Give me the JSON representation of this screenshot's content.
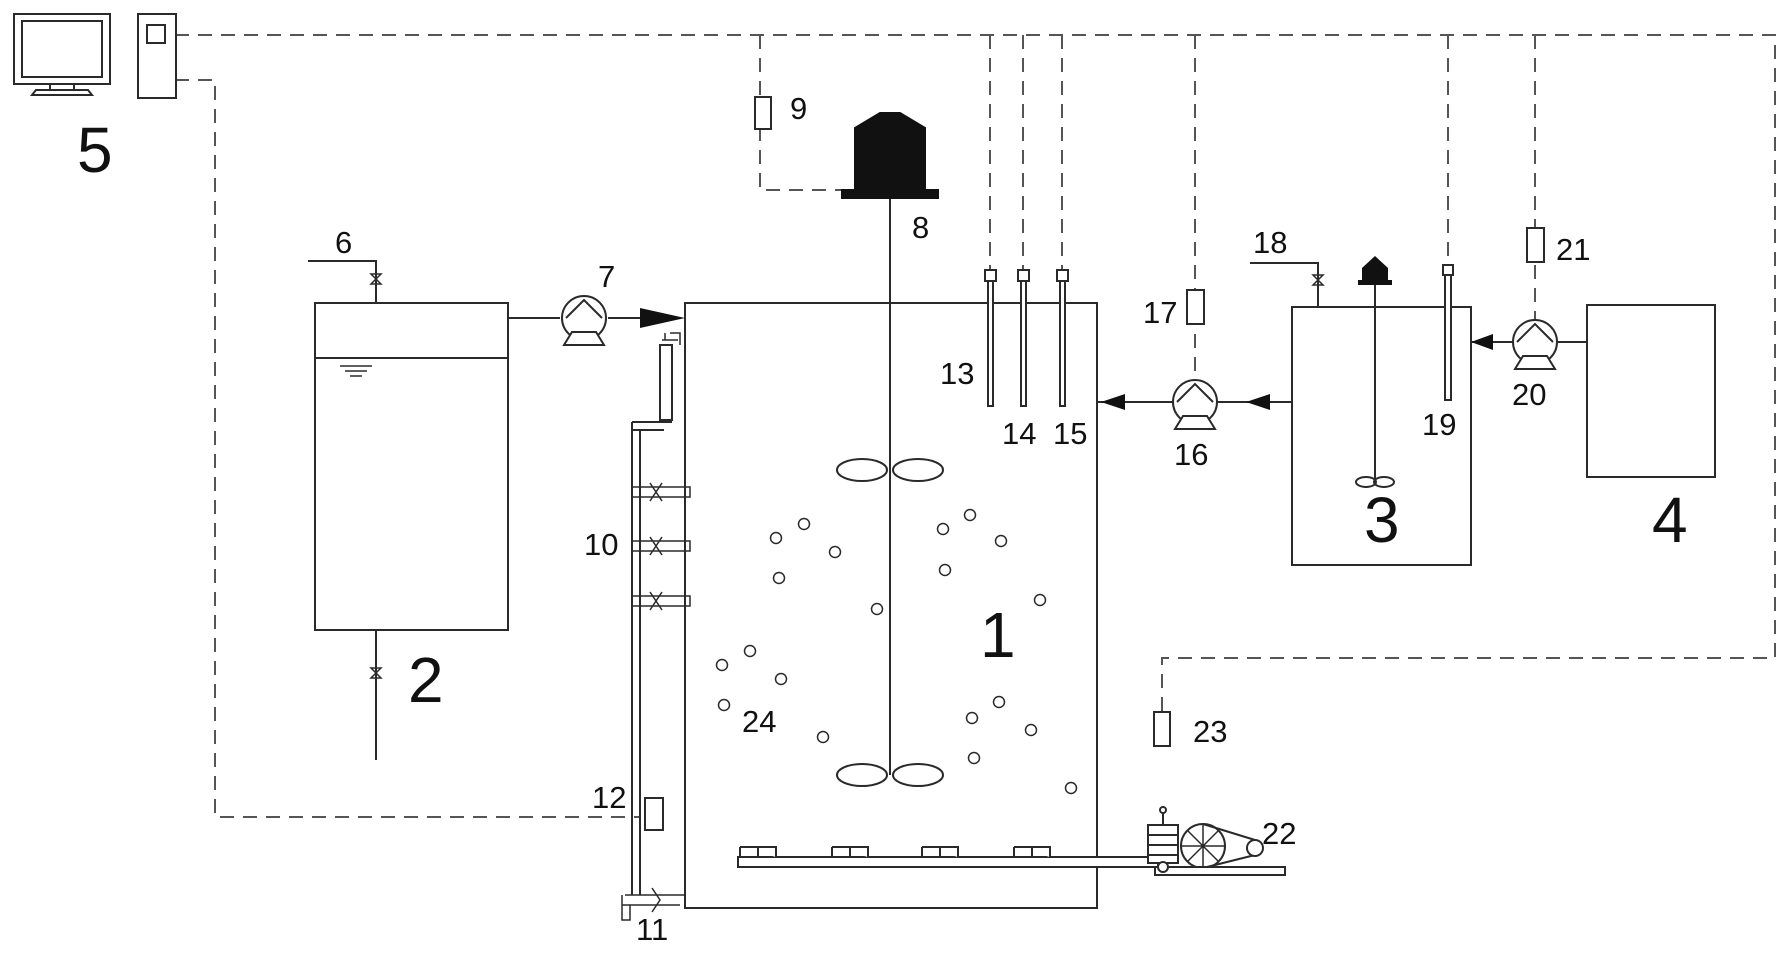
{
  "labels": {
    "reactor": "1",
    "feed_tank": "2",
    "dosing_tank": "3",
    "supply_tank": "4",
    "computer": "5",
    "feed_valve_inlet": "6",
    "feed_pump": "7",
    "motor": "8",
    "motor_controller": "9",
    "sampling_ports": "10",
    "drain_valve": "11",
    "level_sensor": "12",
    "probe_13": "13",
    "probe_14": "14",
    "probe_15": "15",
    "dosing_pump": "16",
    "dosing_pump_controller": "17",
    "dosing_tank_inlet": "18",
    "dosing_tank_probe": "19",
    "supply_pump": "20",
    "supply_pump_controller": "21",
    "air_compressor": "22",
    "compressor_controller": "23",
    "carriers": "24"
  },
  "colors": {
    "line": "#2a2a2a",
    "signal": "#555555",
    "fill_dark": "#111111",
    "background": "#ffffff"
  }
}
